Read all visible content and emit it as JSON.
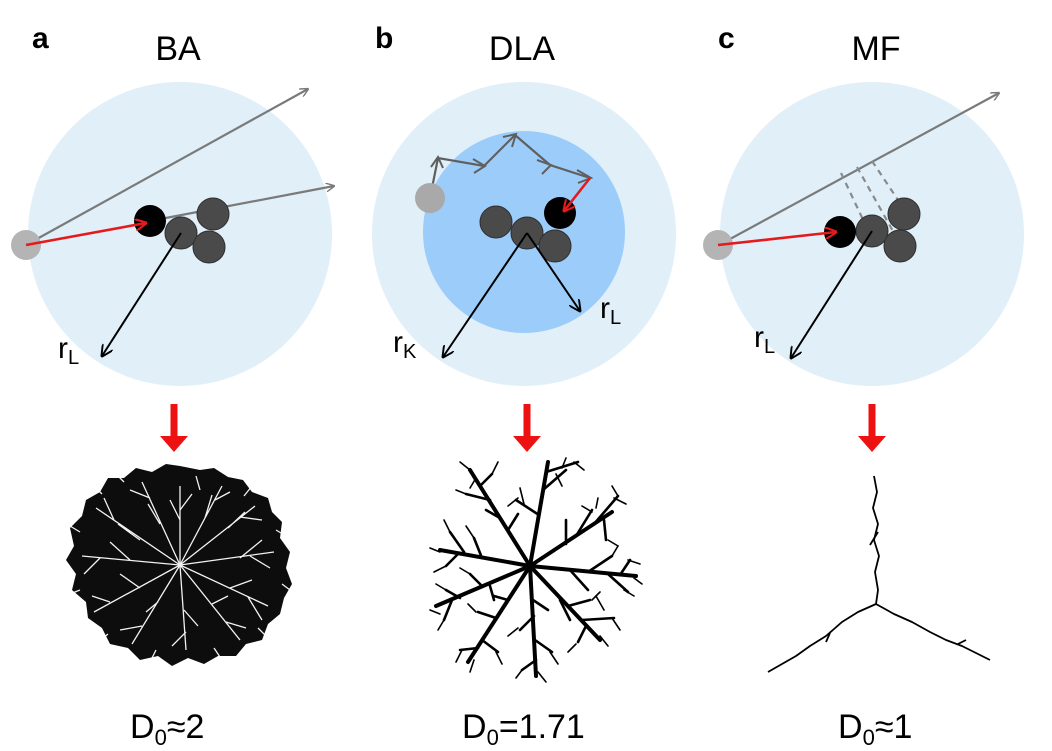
{
  "panels": [
    {
      "letter": "a",
      "title": "BA",
      "radius_labels": [
        {
          "base": "r",
          "sub": "L"
        }
      ],
      "dimension": {
        "base": "D",
        "sub": "0",
        "rest": "≈2"
      }
    },
    {
      "letter": "b",
      "title": "DLA",
      "radius_labels": [
        {
          "base": "r",
          "sub": "K"
        },
        {
          "base": "r",
          "sub": "L"
        }
      ],
      "dimension": {
        "base": "D",
        "sub": "0",
        "rest": "=1.71"
      }
    },
    {
      "letter": "c",
      "title": "MF",
      "radius_labels": [
        {
          "base": "r",
          "sub": "L"
        }
      ],
      "dimension": {
        "base": "D",
        "sub": "0",
        "rest": "≈1"
      }
    }
  ],
  "colors": {
    "outer_circle": "#e1eff9",
    "inner_circle": "#9ccdfa",
    "particle": "#4a4a4a",
    "new_particle": "#000000",
    "incoming_particle": "#b4b4b4",
    "trajectory": "#7a7a7a",
    "hit_arrow": "#e41a1c",
    "radius_arrow": "#000000",
    "flow_arrow": "#ee1111"
  }
}
